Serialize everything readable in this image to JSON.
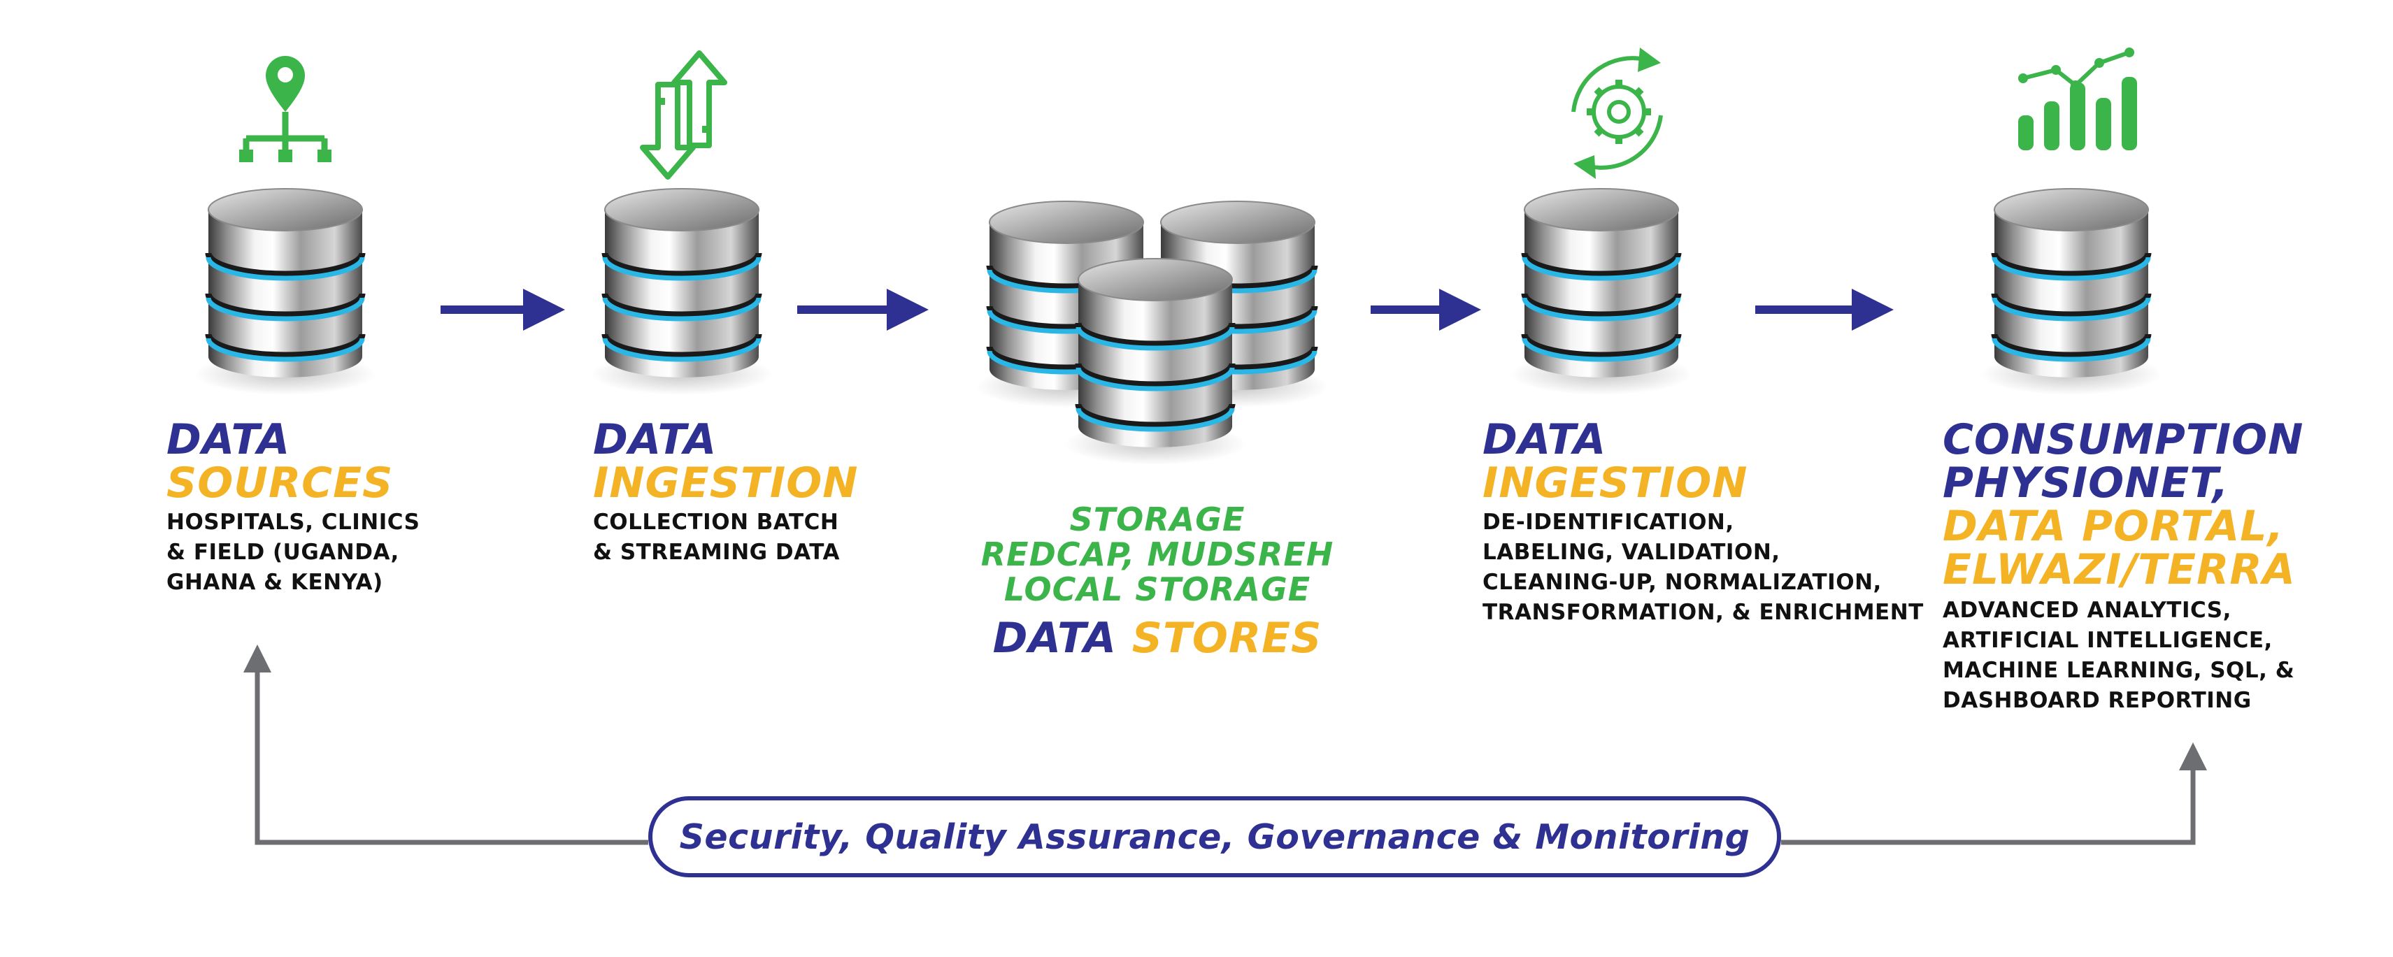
{
  "stages": [
    {
      "title": "DATA",
      "subtitle": "SOURCES",
      "description": [
        "HOSPITALS, CLINICS",
        "& FIELD (UGANDA,",
        "GHANA & KENYA)"
      ],
      "icon": "location-hierarchy-icon"
    },
    {
      "title": "DATA",
      "subtitle": "INGESTION",
      "description": [
        "COLLECTION BATCH",
        "& STREAMING DATA"
      ],
      "icon": "up-down-arrows-icon"
    },
    {
      "storage_lines": [
        "STORAGE",
        "REDCAP, MUDSREH",
        "LOCAL STORAGE"
      ],
      "title": "DATA",
      "subtitle": "STORES",
      "icon": "database-cluster-icon"
    },
    {
      "title": "DATA",
      "subtitle": "INGESTION",
      "description": [
        "DE-IDENTIFICATION,",
        "LABELING, VALIDATION,",
        "CLEANING-UP, NORMALIZATION,",
        "TRANSFORMATION, & ENRICHMENT"
      ],
      "icon": "gear-cycle-icon"
    },
    {
      "title_lines": [
        "CONSUMPTION",
        "PHYSIONET,"
      ],
      "subtitle_lines": [
        "DATA PORTAL,",
        "ELWAZI/TERRA"
      ],
      "description": [
        "ADVANCED ANALYTICS,",
        "ARTIFICIAL INTELLIGENCE,",
        "MACHINE LEARNING, SQL, &",
        "DASHBOARD REPORTING"
      ],
      "icon": "bar-chart-trend-icon"
    }
  ],
  "footer": {
    "label": "Security, Quality Assurance, Governance & Monitoring"
  },
  "colors": {
    "navy": "#2e3192",
    "gold": "#f4b324",
    "green": "#3bb44a",
    "connector": "#6d6e71",
    "db_ring": "#2bb7e6"
  }
}
